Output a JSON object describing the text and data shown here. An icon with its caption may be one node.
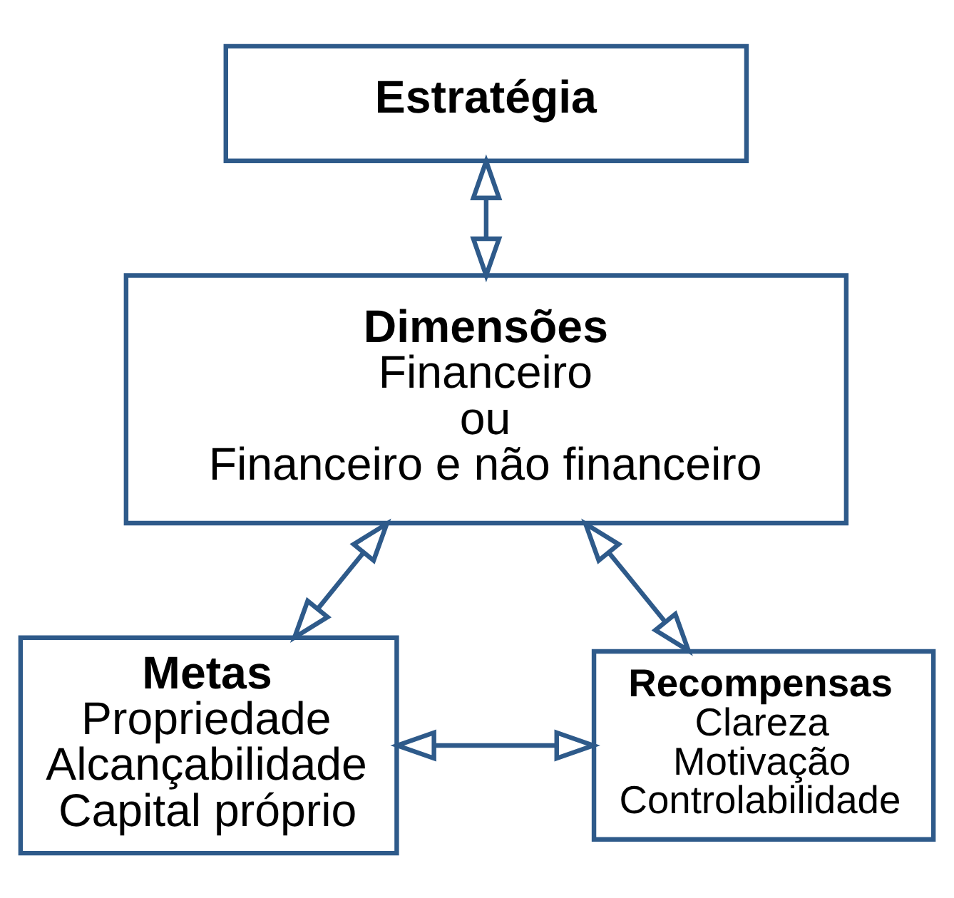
{
  "diagram": {
    "nodes": [
      {
        "text": [
          "Estratégia"
        ]
      },
      {
        "text": [
          "Dimensões",
          "Financeiro",
          "ou",
          "Financeiro e não financeiro"
        ]
      },
      {
        "text": [
          "Metas",
          "Propriedade",
          "Alcançabilidade",
          "Capital próprio"
        ]
      },
      {
        "text": [
          "Recompensas",
          "Clareza",
          "Motivação",
          "Controlabilidade"
        ]
      }
    ],
    "edges": [
      {
        "from": 0,
        "to": 1,
        "arrow": "both"
      },
      {
        "from": 1,
        "to": 2,
        "arrow": "both"
      },
      {
        "from": 1,
        "to": 3,
        "arrow": "both"
      },
      {
        "from": 2,
        "to": 3,
        "arrow": "both"
      }
    ]
  }
}
